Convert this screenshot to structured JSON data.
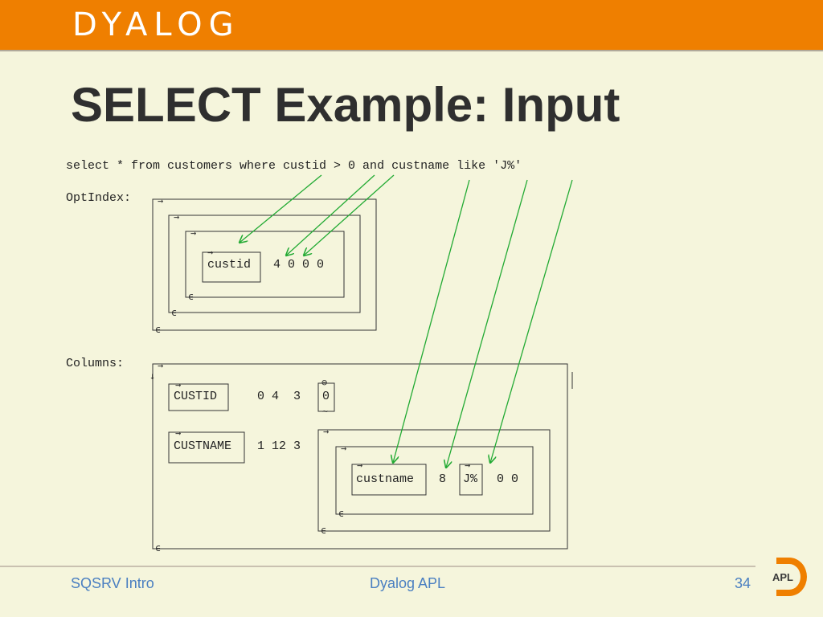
{
  "header": {
    "logo": "DYALOG"
  },
  "slide": {
    "title": "SELECT Example: Input",
    "query": "select * from customers where custid > 0 and custname like 'J%'",
    "optindex_label": "OptIndex:",
    "columns_label": "Columns:",
    "opt": {
      "field": "custid",
      "values": "4 0 0 0"
    },
    "columns": {
      "row1": {
        "name": "CUSTID",
        "values": "0 4  3",
        "cell": "0"
      },
      "row2": {
        "name": "CUSTNAME",
        "values": "1 12 3"
      },
      "inner": {
        "field": "custname",
        "num": "8",
        "pattern": "J%",
        "tail": "0 0"
      }
    }
  },
  "footer": {
    "left": "SQSRV Intro",
    "center": "Dyalog APL",
    "page": "34",
    "logo_text": "APL"
  },
  "colors": {
    "accent": "#ef7f00",
    "footer_text": "#4a7fc1",
    "arrow": "#22aa33"
  }
}
